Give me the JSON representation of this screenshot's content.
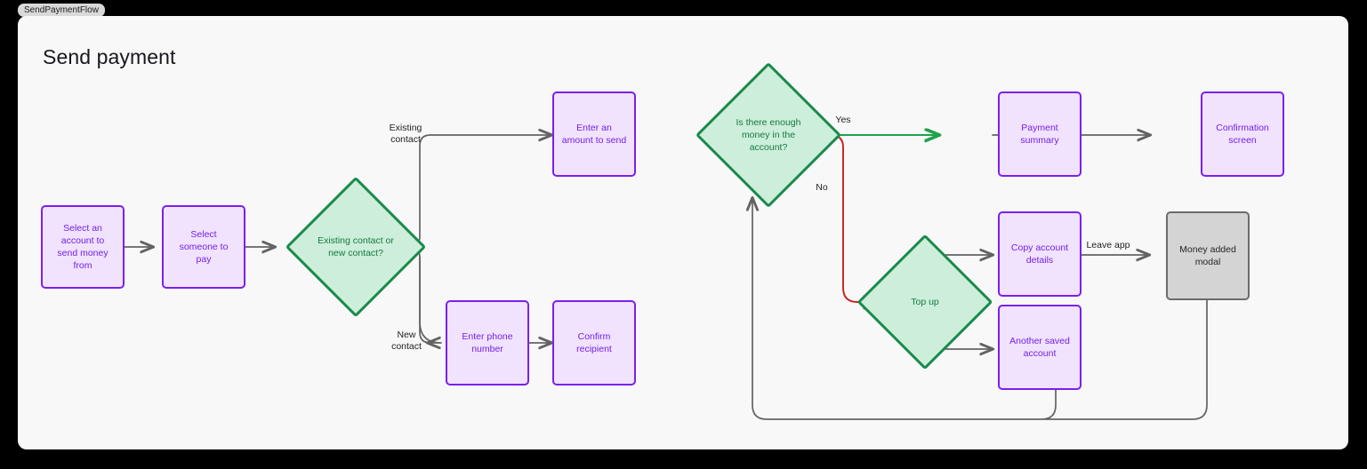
{
  "window": {
    "tab_label": "SendPaymentFlow",
    "canvas_bg": "#f8f8f8",
    "page_bg": "#000000"
  },
  "diagram": {
    "title": "Send payment",
    "type": "flowchart",
    "colors": {
      "process_fill": "#f1e2fd",
      "process_border": "#7b1ff0",
      "process_text": "#7321e8",
      "decision_fill": "#cdeedb",
      "decision_border": "#1a8a4b",
      "decision_text": "#157a41",
      "terminal_fill": "#d4d4d4",
      "terminal_border": "#6c6c6c",
      "edge_default": "#636363",
      "edge_yes": "#1fa34a",
      "edge_no": "#c62020"
    },
    "nodes": [
      {
        "id": "select-account",
        "shape": "process",
        "label": "Select an account to send money from"
      },
      {
        "id": "select-someone",
        "shape": "process",
        "label": "Select someone to pay"
      },
      {
        "id": "contact-type",
        "shape": "decision",
        "label": "Existing contact or new contact?"
      },
      {
        "id": "enter-amount",
        "shape": "process",
        "label": "Enter an amount to send"
      },
      {
        "id": "enough-money",
        "shape": "decision",
        "label": "Is there enough money in the account?"
      },
      {
        "id": "payment-summary",
        "shape": "process",
        "label": "Payment summary"
      },
      {
        "id": "confirmation-screen",
        "shape": "process",
        "label": "Confirmation screen"
      },
      {
        "id": "enter-phone",
        "shape": "process",
        "label": "Enter phone number"
      },
      {
        "id": "confirm-recipient",
        "shape": "process",
        "label": "Confirm recipient"
      },
      {
        "id": "top-up",
        "shape": "decision",
        "label": "Top up"
      },
      {
        "id": "copy-account",
        "shape": "process",
        "label": "Copy account details"
      },
      {
        "id": "another-saved",
        "shape": "process",
        "label": "Another saved account"
      },
      {
        "id": "money-added",
        "shape": "terminal",
        "label": "Money added modal"
      }
    ],
    "edge_labels": {
      "existing_contact": "Existing\ncontact",
      "new_contact": "New\ncontact",
      "yes": "Yes",
      "no": "No",
      "leave_app": "Leave app"
    }
  }
}
